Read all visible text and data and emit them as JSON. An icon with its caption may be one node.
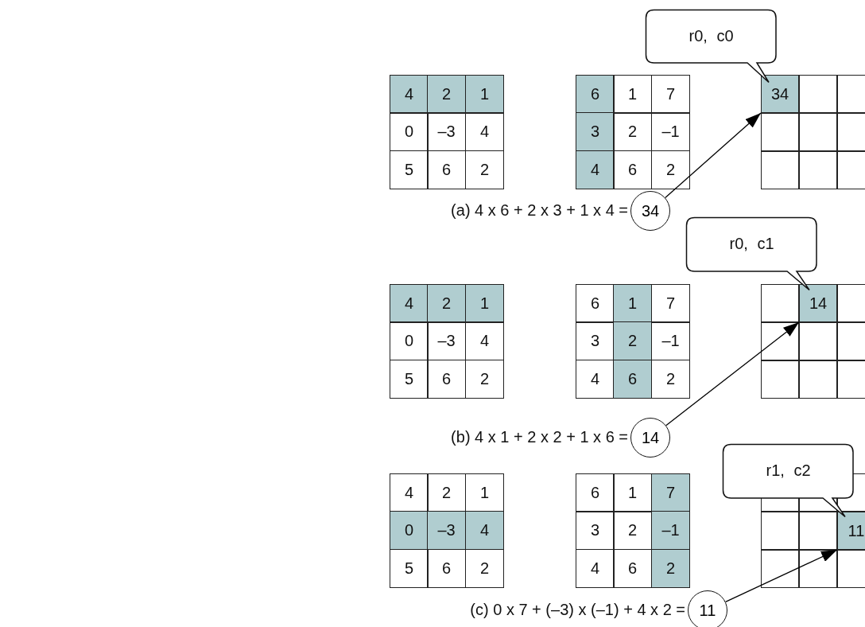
{
  "diagram": {
    "nodes": [
      {
        "text": [
          "r0, c0"
        ]
      },
      {
        "text": [
          "34"
        ]
      },
      {
        "text": [
          "34"
        ]
      },
      {
        "text": [
          "r0, c1"
        ]
      },
      {
        "text": [
          "14"
        ]
      },
      {
        "text": [
          "14"
        ]
      },
      {
        "text": [
          "r1, c2"
        ]
      },
      {
        "text": [
          "11"
        ]
      },
      {
        "text": [
          "11"
        ]
      }
    ],
    "edges": [
      {
        "from": 2,
        "to": 1,
        "arrow": "to"
      },
      {
        "from": 5,
        "to": 4,
        "arrow": "to"
      },
      {
        "from": 8,
        "to": 7,
        "arrow": "to"
      }
    ],
    "labels": [
      "4",
      "2",
      "1",
      "0",
      "–3",
      "4",
      "5",
      "6",
      "2",
      "6",
      "1",
      "7",
      "3",
      "2",
      "–1",
      "4",
      "6",
      "2",
      "(a) 4 x 6 + 2 x 3 + 1 x 4 =",
      "4",
      "2",
      "1",
      "0",
      "–3",
      "4",
      "5",
      "6",
      "2",
      "6",
      "1",
      "7",
      "3",
      "2",
      "–1",
      "4",
      "6",
      "2",
      "(b) 4 x 1 + 2 x 2 + 1 x 6 =",
      "4",
      "2",
      "1",
      "0",
      "–3",
      "4",
      "5",
      "6",
      "2",
      "6",
      "1",
      "7",
      "3",
      "2",
      "–1",
      "4",
      "6",
      "2",
      "(c) 0 x 7 + (–3) x (–1) + 4 x 2  ="
    ]
  }
}
